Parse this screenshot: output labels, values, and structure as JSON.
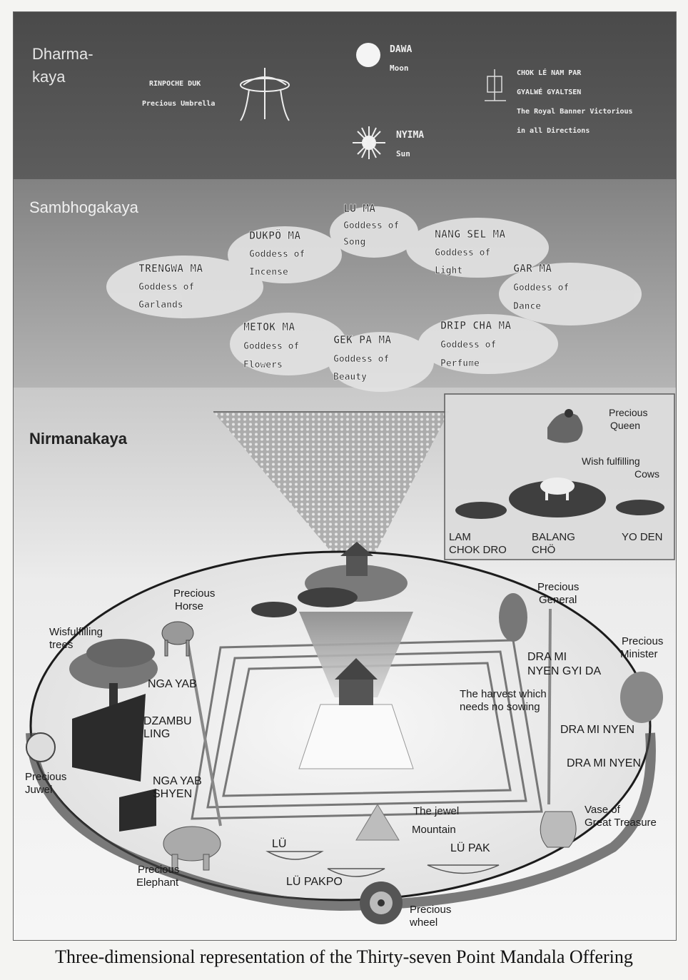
{
  "sections": {
    "dharmakaya": [
      "Dharma-",
      "kaya"
    ],
    "sambhogakaya": "Sambhogakaya",
    "nirmanakaya": "Nirmanakaya"
  },
  "dharmakaya_items": {
    "umbrella": [
      "RINPOCHE DUK",
      "Precious Umbrella"
    ],
    "moon": [
      "DAWA",
      "Moon"
    ],
    "sun": [
      "NYIMA",
      "Sun"
    ],
    "banner": [
      "CHOK LÉ NAM PAR",
      "GYALWÉ GYALTSEN",
      "The Royal Banner Victorious",
      "in all Directions"
    ]
  },
  "goddesses": {
    "lu_ma": [
      "LU MA",
      "Goddess of",
      "Song"
    ],
    "dukpo_ma": [
      "DUKPÖ MA",
      "Goddess of",
      "Incense"
    ],
    "nang_sel_ma": [
      "NANG SEL MA",
      "Goddess of",
      "Light"
    ],
    "trengwa_ma": [
      "TRENGWA MA",
      "Goddess of",
      "Garlands"
    ],
    "gar_ma": [
      "GAR MA",
      "Goddess of",
      "Dance"
    ],
    "metok_ma": [
      "METOK MA",
      "Goddess of",
      "Flowers"
    ],
    "gek_pa_ma": [
      "GEK PA MA",
      "Goddess of",
      "Beauty"
    ],
    "drip_cha_ma": [
      "DRIP CHA MA",
      "Goddess of",
      "Perfume"
    ]
  },
  "treasures": {
    "queen": [
      "Precious",
      "Queen"
    ],
    "cows": [
      "Wish fulfilling",
      "Cows"
    ],
    "lam_chok_dro": [
      "LAM",
      "CHOK DRO"
    ],
    "balang_cho": [
      "BALANG",
      "CHÖ"
    ],
    "yo_den": "YO DEN",
    "horse": [
      "Precious",
      "Horse"
    ],
    "general": [
      "Precious",
      "General"
    ],
    "trees": [
      "Wisfulfilling",
      "trees"
    ],
    "minister": [
      "Precious",
      "Minister"
    ],
    "dra_mi_nyen_gyi_da": [
      "DRA MI",
      "NYEN GYI DA"
    ],
    "nga_yab": "NGA YAB",
    "harvest": [
      "The harvest which",
      "needs no sowing"
    ],
    "dzambu_ling": [
      "DZAMBU",
      "LING"
    ],
    "dra_mi_nyen_1": "DRA MI NYEN",
    "dra_mi_nyen_2": "DRA MI NYEN",
    "jewel": [
      "Precious",
      "Juwel"
    ],
    "nga_yab_shyen": [
      "NGA YAB",
      "SHYEN"
    ],
    "jewel_mountain": [
      "The jewel",
      "Mountain"
    ],
    "vase": [
      "Vase of",
      "Great Treasure"
    ],
    "lu": "LÜ",
    "lu_pak": "LÜ PAK",
    "elephant": [
      "Precious",
      "Elephant"
    ],
    "lu_pakpo": "LÜ PAKPO",
    "wheel": [
      "Precious",
      "wheel"
    ]
  },
  "caption": "Three-dimensional representation of the Thirty-seven Point Mandala Offering"
}
